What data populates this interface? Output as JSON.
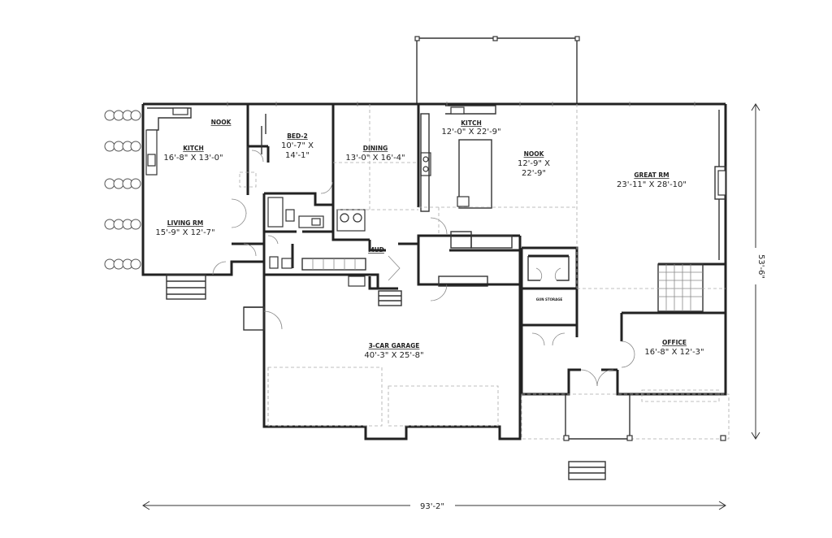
{
  "plan": {
    "rooms": {
      "nook_left": {
        "name": "NOOK"
      },
      "kitch_left": {
        "name": "KITCH",
        "dims": "16'-8\" X 13'-0\""
      },
      "bed2": {
        "name": "BED-2",
        "dims1": "10'-7\" X",
        "dims2": "14'-1\""
      },
      "dining": {
        "name": "DINING",
        "dims": "13'-0\" X 16'-4\""
      },
      "kitch_main": {
        "name": "KITCH",
        "dims": "12'-0\" X 22'-9\""
      },
      "nook_main": {
        "name": "NOOK",
        "dims1": "12'-9\" X",
        "dims2": "22'-9\""
      },
      "great_rm": {
        "name": "GREAT RM",
        "dims": "23'-11\" X 28'-10\""
      },
      "living_rm": {
        "name": "LIVING RM",
        "dims": "15'-9\" X 12'-7\""
      },
      "mud": {
        "name": "MUD"
      },
      "gun_storage": {
        "name": "GUN STORAGE"
      },
      "garage": {
        "name": "3-CAR GARAGE",
        "dims": "40'-3\" X 25'-8\""
      },
      "office": {
        "name": "OFFICE",
        "dims": "16'-8\" X 12'-3\""
      }
    },
    "overall_width": "93'-2\"",
    "overall_depth": "53'-6\""
  }
}
